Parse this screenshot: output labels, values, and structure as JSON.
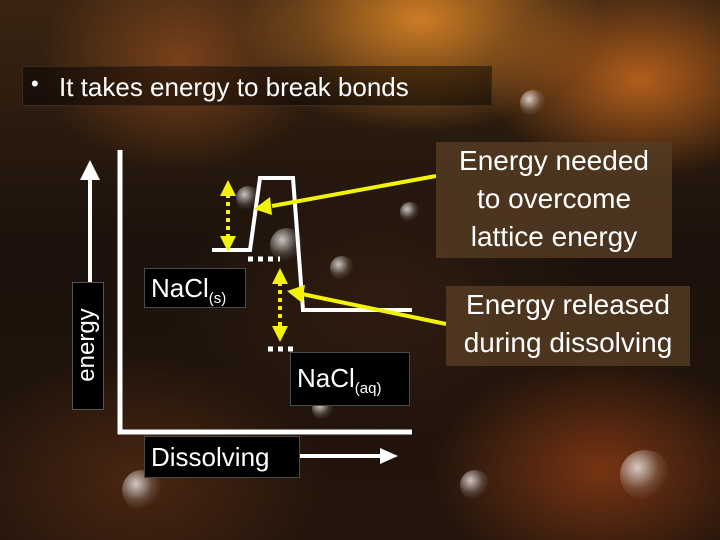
{
  "slide": {
    "bullet": "•",
    "title": "It takes energy to break bonds"
  },
  "diagram": {
    "y_axis_label": "energy",
    "start_state": {
      "formula": "NaCl",
      "phase": "(s)"
    },
    "end_state": {
      "formula": "NaCl",
      "phase": "(aq)"
    },
    "x_axis_label": "Dissolving",
    "callout_lattice": [
      "Energy needed",
      "to overcome",
      "lattice energy"
    ],
    "callout_released": [
      "Energy released",
      "during dissolving"
    ]
  },
  "colors": {
    "arrow_yellow": "#f2f20a",
    "curve_white": "#ffffff",
    "label_background": "#000000",
    "callout_background": "#55402a"
  }
}
